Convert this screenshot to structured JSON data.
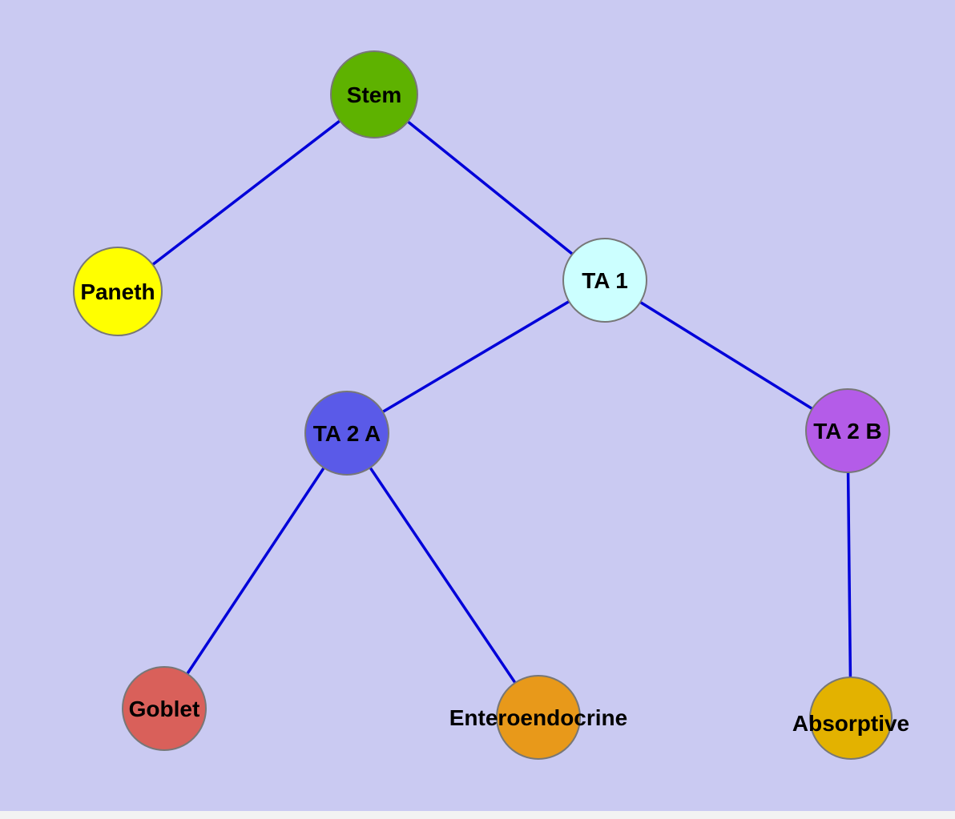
{
  "diagram": {
    "colors": {
      "background": "#cacaf2",
      "bottom_margin": "#f2f2f2",
      "edge": "#0000d9",
      "node_border": "#777777",
      "label_text": "#000000"
    },
    "nodes": {
      "stem": {
        "label": "Stem",
        "color": "#5eb200"
      },
      "paneth": {
        "label": "Paneth",
        "color": "#ffff00"
      },
      "ta1": {
        "label": "TA 1",
        "color": "#ccffff"
      },
      "ta2a": {
        "label": "TA 2 A",
        "color": "#5a5ae8"
      },
      "ta2b": {
        "label": "TA 2 B",
        "color": "#b45ce8"
      },
      "goblet": {
        "label": "Goblet",
        "color": "#d9605a"
      },
      "enteroendocrine": {
        "label": "Enteroendocrine",
        "color": "#e8991a"
      },
      "absorptive": {
        "label": "Absorptive",
        "color": "#e3b200"
      }
    },
    "edges": [
      {
        "from": "stem",
        "to": "paneth"
      },
      {
        "from": "stem",
        "to": "ta1"
      },
      {
        "from": "ta1",
        "to": "ta2a"
      },
      {
        "from": "ta1",
        "to": "ta2b"
      },
      {
        "from": "ta2a",
        "to": "goblet"
      },
      {
        "from": "ta2a",
        "to": "enteroendocrine"
      },
      {
        "from": "ta2b",
        "to": "absorptive"
      }
    ]
  }
}
